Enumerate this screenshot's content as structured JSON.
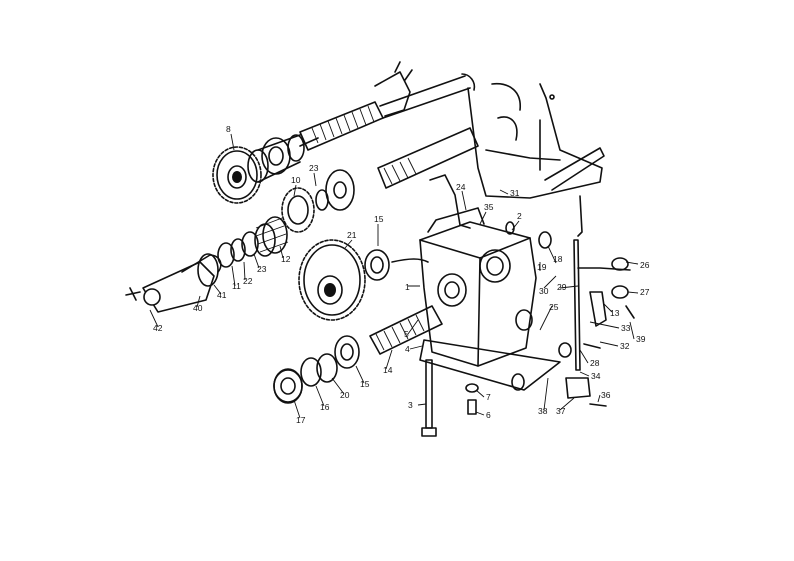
{
  "labels": [
    {
      "id": "p8",
      "text": "8"
    },
    {
      "id": "p10",
      "text": "10"
    },
    {
      "id": "p23a",
      "text": "23"
    },
    {
      "id": "p24",
      "text": "24"
    },
    {
      "id": "p31",
      "text": "31"
    },
    {
      "id": "p35",
      "text": "35"
    },
    {
      "id": "p2",
      "text": "2"
    },
    {
      "id": "p15a",
      "text": "15"
    },
    {
      "id": "p21",
      "text": "21"
    },
    {
      "id": "p19",
      "text": "19"
    },
    {
      "id": "p18",
      "text": "18"
    },
    {
      "id": "p26",
      "text": "26"
    },
    {
      "id": "p29",
      "text": "29"
    },
    {
      "id": "p30",
      "text": "30"
    },
    {
      "id": "p27",
      "text": "27"
    },
    {
      "id": "p13",
      "text": "13"
    },
    {
      "id": "p33",
      "text": "33"
    },
    {
      "id": "p39",
      "text": "39"
    },
    {
      "id": "p32",
      "text": "32"
    },
    {
      "id": "p12",
      "text": "12"
    },
    {
      "id": "p23b",
      "text": "23"
    },
    {
      "id": "p22",
      "text": "22"
    },
    {
      "id": "p11",
      "text": "11"
    },
    {
      "id": "p41",
      "text": "41"
    },
    {
      "id": "p40",
      "text": "40"
    },
    {
      "id": "p42",
      "text": "42"
    },
    {
      "id": "p1",
      "text": "1"
    },
    {
      "id": "p5",
      "text": "5"
    },
    {
      "id": "p25",
      "text": "25"
    },
    {
      "id": "p4",
      "text": "4"
    },
    {
      "id": "p14",
      "text": "14"
    },
    {
      "id": "p15b",
      "text": "15"
    },
    {
      "id": "p20",
      "text": "20"
    },
    {
      "id": "p16",
      "text": "16"
    },
    {
      "id": "p17",
      "text": "17"
    },
    {
      "id": "p28",
      "text": "28"
    },
    {
      "id": "p34",
      "text": "34"
    },
    {
      "id": "p7",
      "text": "7"
    },
    {
      "id": "p6",
      "text": "6"
    },
    {
      "id": "p3",
      "text": "3"
    },
    {
      "id": "p38",
      "text": "38"
    },
    {
      "id": "p37",
      "text": "37"
    },
    {
      "id": "p36",
      "text": "36"
    }
  ]
}
